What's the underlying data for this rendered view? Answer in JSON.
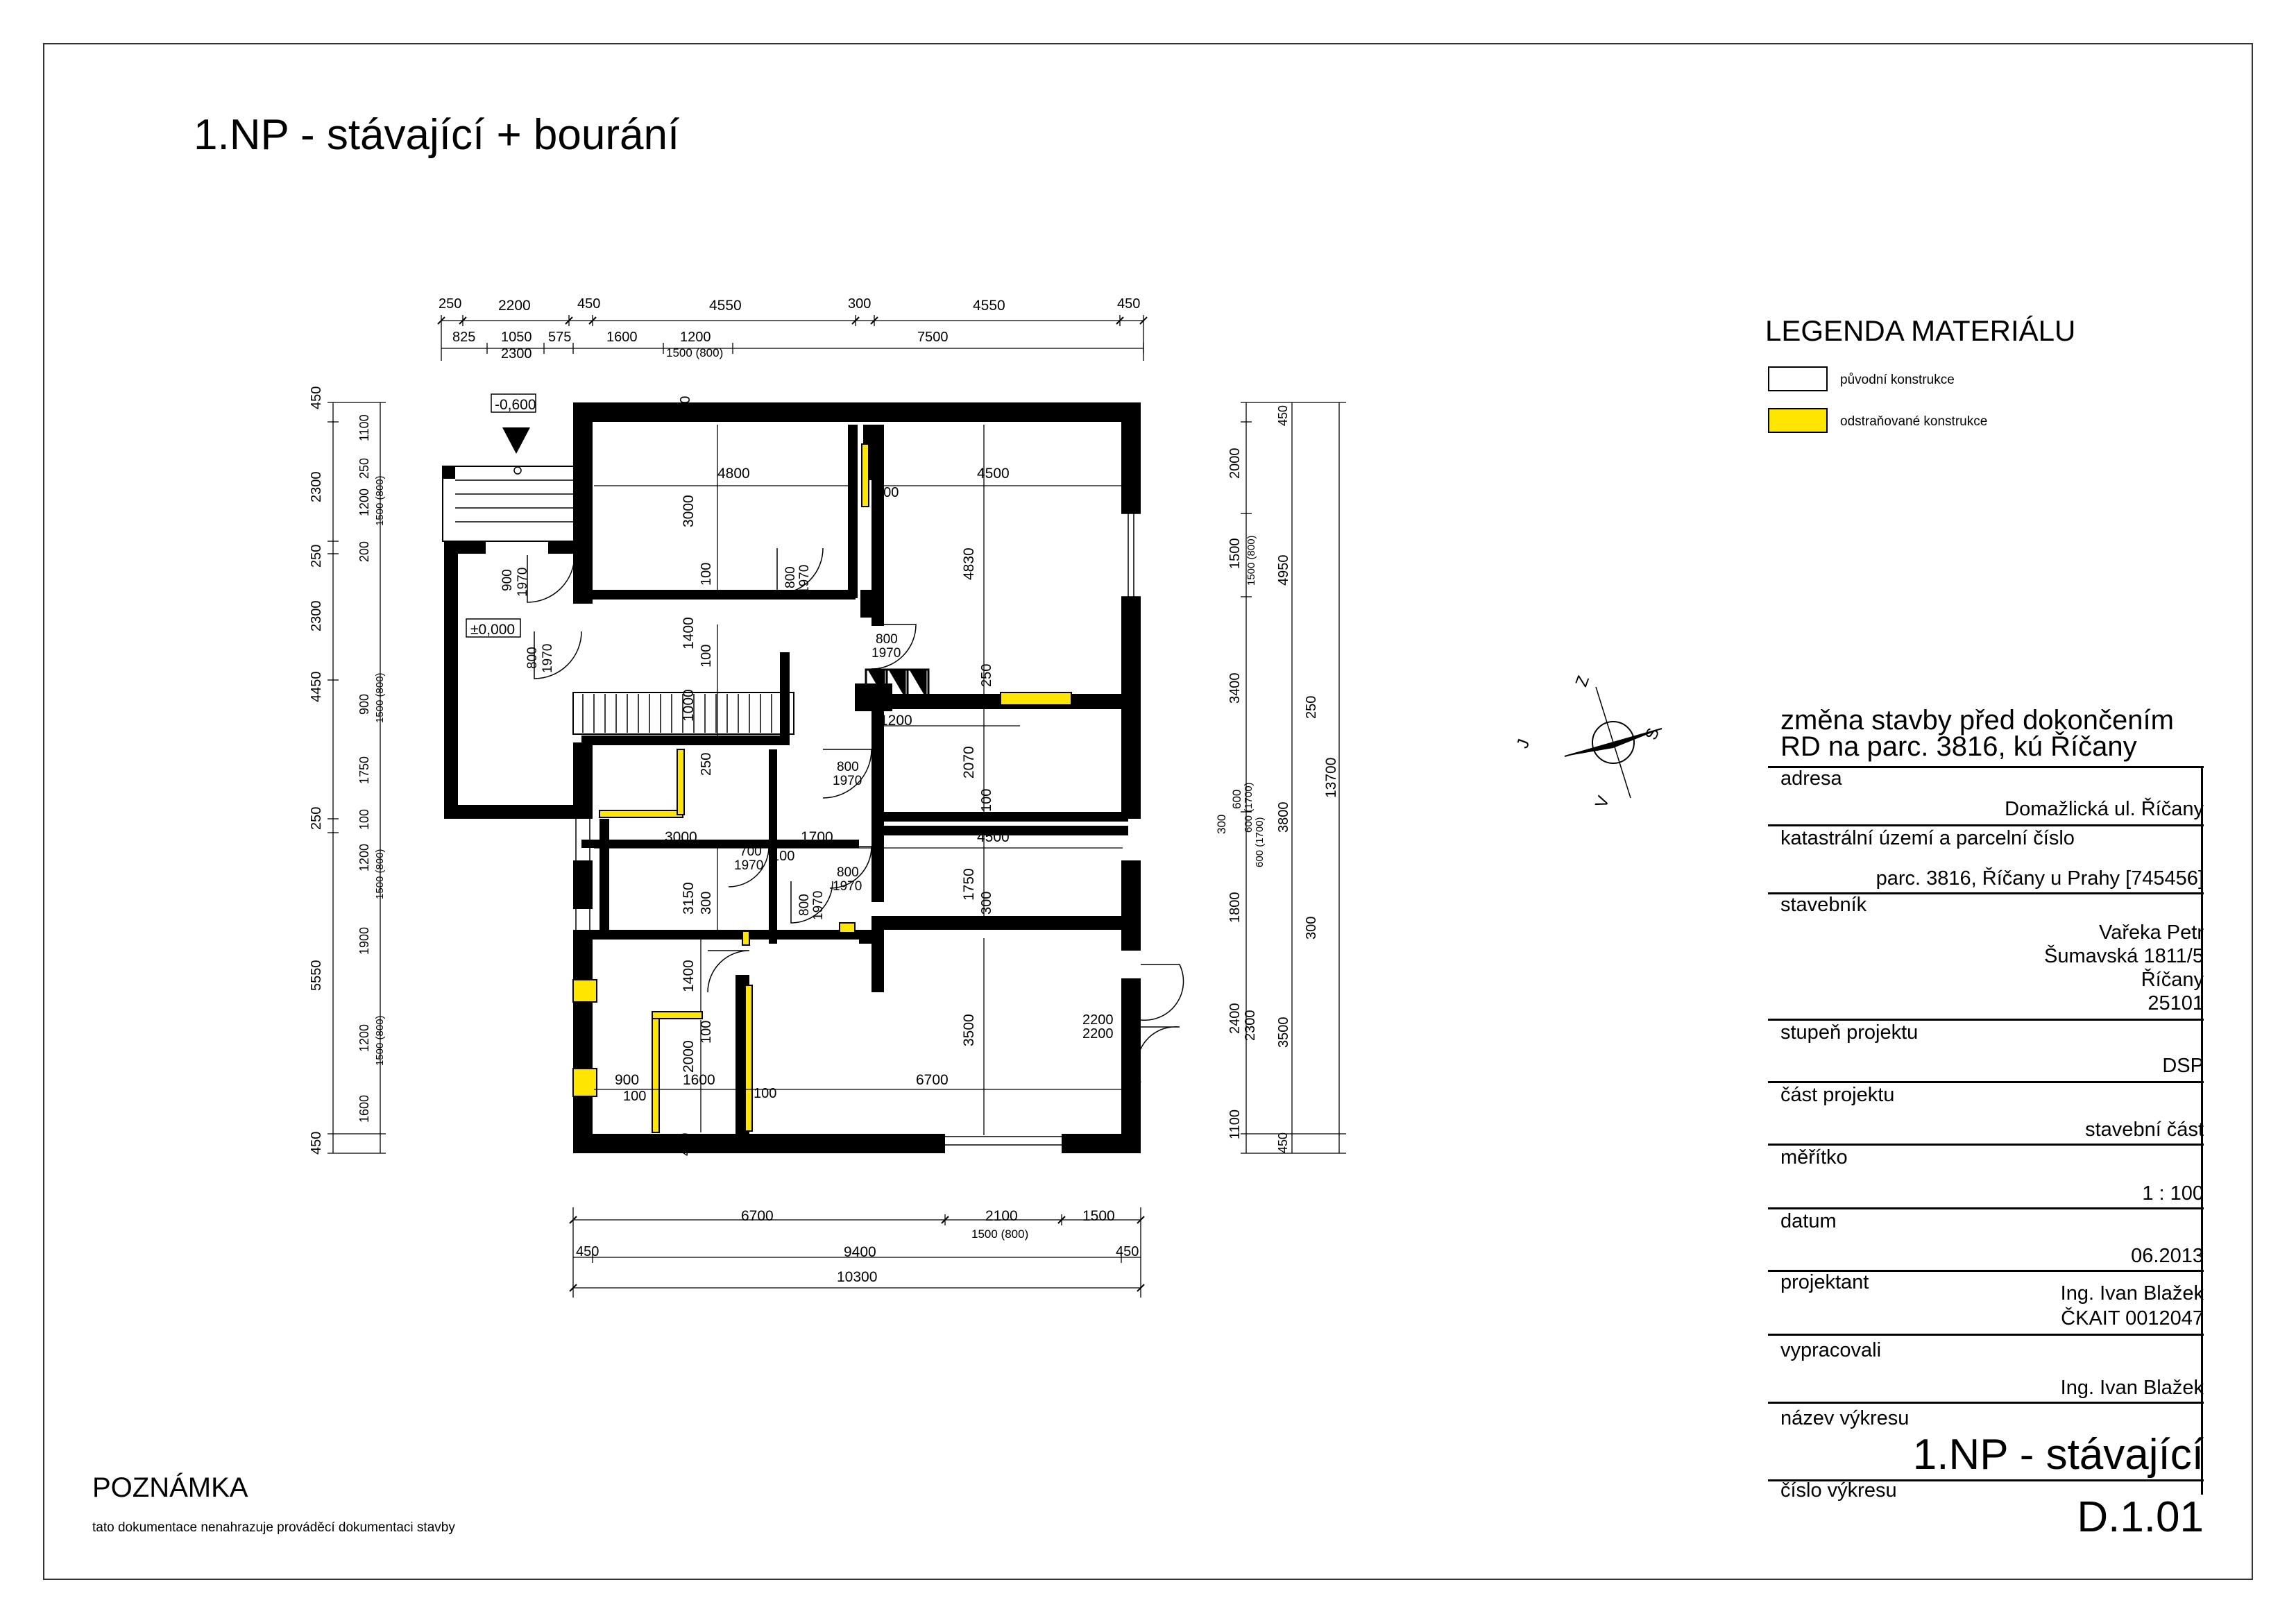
{
  "drawing": {
    "title": "1.NP - stávající + bourání",
    "colors": {
      "wall": "#000000",
      "demolition": "#ffe600",
      "paper": "#ffffff"
    }
  },
  "legend": {
    "title": "LEGENDA MATERIÁLU",
    "items": [
      {
        "label": "původní konstrukce",
        "fill": "#ffffff"
      },
      {
        "label": "odstraňované konstrukce",
        "fill": "#ffe600"
      }
    ]
  },
  "levels": {
    "entrance": "-0,600",
    "floor": "±0,000"
  },
  "compass": {
    "n": "Z",
    "s": "V",
    "e": "S",
    "w": "J"
  },
  "note": {
    "title": "POZNÁMKA",
    "text": "tato dokumentace nenahrazuje prováděcí dokumentaci stavby"
  },
  "title_block": {
    "project_l1": "změna stavby před dokončením",
    "project_l2": "RD  na parc. 3816, kú Říčany",
    "address_label": "adresa",
    "address": "Domažlická ul. Říčany",
    "cadastre_label": "katastrální území a parcelní číslo",
    "cadastre": "parc. 3816, Říčany u Prahy [745456]",
    "client_label": "stavebník",
    "client_name": "Vařeka Petr",
    "client_street": "Šumavská 1811/5",
    "client_city": "Říčany",
    "client_zip": "25101",
    "stage_label": "stupeň projektu",
    "stage": "DSP",
    "part_label": "část projektu",
    "part": "stavební část",
    "scale_label": "měřítko",
    "scale": "1 : 100",
    "date_label": "datum",
    "date": "06.2013",
    "designer_label": "projektant",
    "designer_name": "Ing. Ivan Blažek",
    "designer_id": "ČKAIT 0012047",
    "prepared_label": "vypracovali",
    "prepared": "Ing. Ivan Blažek",
    "drawing_name_label": "název výkresu",
    "drawing_name": "1.NP - stávající",
    "drawing_no_label": "číslo výkresu",
    "drawing_no": "D.1.01"
  },
  "dimensions": {
    "top_row1": [
      "250",
      "2200",
      "450",
      "4550",
      "300",
      "4550",
      "450"
    ],
    "top_row2": [
      "825",
      "1050",
      "2300",
      "575",
      "1600",
      "1200",
      "1500 (800)",
      "7500"
    ],
    "bottom_row1": [
      "6700",
      "2100",
      "1500 (800)",
      "1500"
    ],
    "bottom_row2": [
      "450",
      "9400",
      "450"
    ],
    "bottom_row3": [
      "10300"
    ],
    "left_outer": [
      "450",
      "2300",
      "250",
      "2300",
      "4450",
      "250",
      "5550",
      "450"
    ],
    "left_inner": [
      "1100",
      "250",
      "1200",
      "1500 (800)",
      "200",
      "900",
      "1500 (800)",
      "1750",
      "100",
      "1200",
      "1500 (800)",
      "1900",
      "1200",
      "1500 (800)",
      "1600"
    ],
    "right_inner": [
      "450",
      "2000",
      "1500",
      "1500 (800)",
      "3400",
      "300",
      "600",
      "600 (1700)",
      "600 (1700)",
      "1800",
      "2400",
      "2300",
      "1100",
      "450"
    ],
    "right_outer": [
      "4950",
      "250",
      "3800",
      "300",
      "3500",
      "13700"
    ],
    "rooms": [
      "4800",
      "3000",
      "100",
      "4500",
      "100",
      "4830",
      "1400",
      "100",
      "1000",
      "250",
      "1200",
      "250",
      "2070",
      "100",
      "3000",
      "1700",
      "100",
      "4500",
      "3150",
      "300",
      "1750",
      "300",
      "1400",
      "2000",
      "100",
      "900",
      "1600",
      "100",
      "100",
      "6700",
      "3500",
      "2200",
      "2200",
      "450",
      "450"
    ],
    "doors": [
      "900",
      "1970",
      "800",
      "1970",
      "800",
      "1970",
      "800",
      "1970",
      "800",
      "1970",
      "700",
      "1970",
      "800",
      "1970",
      "800",
      "1970"
    ]
  }
}
